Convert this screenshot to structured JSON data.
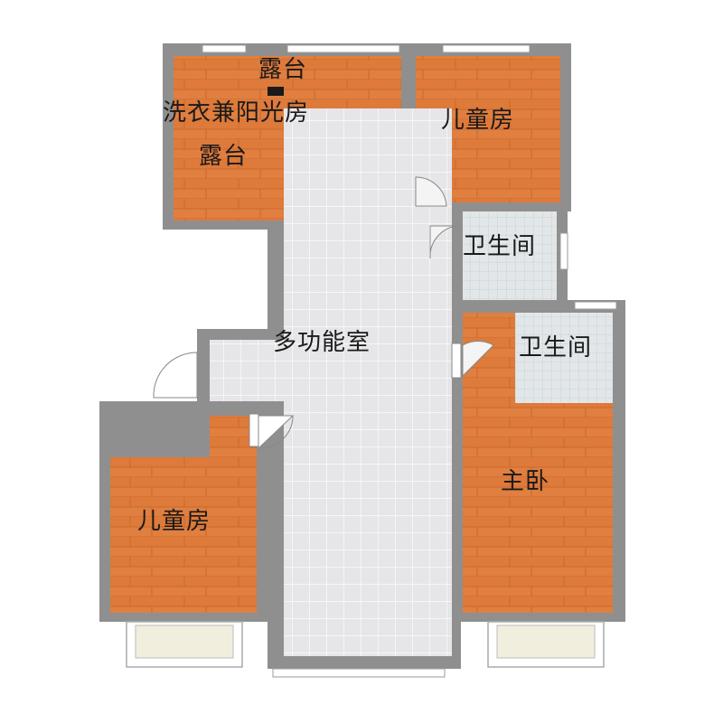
{
  "rooms": {
    "terrace_top": "露台",
    "laundry_sunroom": "洗衣兼阳光房",
    "terrace": "露台",
    "kids_room_top": "儿童房",
    "bathroom_1": "卫生间",
    "multi_room": "多功能室",
    "bathroom_2": "卫生间",
    "master_bedroom": "主卧",
    "kids_room_bottom": "儿童房"
  },
  "colors": {
    "wall": "#8f8f8f",
    "wood": "#e07f3f",
    "wood_line": "#c9692d",
    "tile": "#e6e6e9",
    "tile_line": "#ffffff",
    "bath_tile": "#dfe4e6",
    "bath_line": "#8fb3b8"
  }
}
